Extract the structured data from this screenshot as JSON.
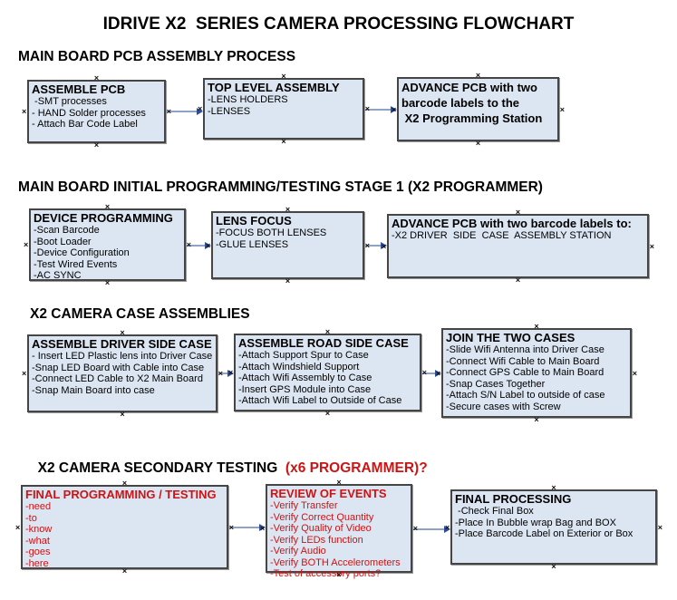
{
  "title": "IDRIVE X2  SERIES CAMERA PROCESSING FLOWCHART",
  "icons": {
    "connection_mark": "×"
  },
  "colors": {
    "box_fill": "#dce6f2",
    "box_border": "#454545",
    "red_text": "#cc1414",
    "arrow_line": "#8fa3c6",
    "arrow_head": "#2d4d9e"
  },
  "sections": [
    {
      "heading": "MAIN BOARD PCB ASSEMBLY PROCESS",
      "boxes": [
        {
          "title": "ASSEMBLE PCB",
          "items": [
            " -SMT processes",
            "- HAND Solder processes",
            "- Attach Bar Code Label"
          ]
        },
        {
          "title": "TOP LEVEL ASSEMBLY",
          "items": [
            "-LENS HOLDERS",
            "-LENSES"
          ]
        },
        {
          "title_lines": [
            "ADVANCE PCB with two",
            "barcode labels to the",
            " X2 Programming Station"
          ]
        }
      ]
    },
    {
      "heading": "MAIN BOARD INITIAL PROGRAMMING/TESTING STAGE 1 (X2 PROGRAMMER)",
      "boxes": [
        {
          "title": "DEVICE PROGRAMMING",
          "items": [
            "-Scan Barcode",
            "-Boot Loader",
            "-Device Configuration",
            "-Test Wired Events",
            "-AC SYNC"
          ]
        },
        {
          "title": "LENS FOCUS",
          "items": [
            "-FOCUS BOTH LENSES",
            "-GLUE LENSES"
          ]
        },
        {
          "title": "ADVANCE PCB with two barcode labels to:",
          "items": [
            "-X2 DRIVER  SIDE  CASE  ASSEMBLY STATION"
          ]
        }
      ]
    },
    {
      "heading": "X2 CAMERA CASE ASSEMBLIES",
      "boxes": [
        {
          "title": "ASSEMBLE DRIVER SIDE CASE",
          "items": [
            "- Insert LED Plastic lens into Driver Case",
            "-Snap LED Board with Cable into Case",
            "-Connect LED Cable to X2 Main Board",
            "-Snap Main Board into case"
          ]
        },
        {
          "title": "ASSEMBLE ROAD SIDE CASE",
          "items": [
            "-Attach Support Spur to Case",
            "-Attach Windshield Support",
            "-Attach Wifi Assembly to Case",
            "-Insert GPS Module into Case",
            "-Attach Wifi Label to Outside of Case"
          ]
        },
        {
          "title": "JOIN THE TWO CASES",
          "items": [
            "-Slide Wifi Antenna into Driver Case",
            "-Connect Wifi Cable to Main Board",
            "-Connect GPS Cable to Main Board",
            "-Snap Cases Together",
            "-Attach S/N Label to outside of case",
            "-Secure cases with Screw"
          ]
        }
      ]
    },
    {
      "heading": "X2 CAMERA SECONDARY TESTING ",
      "heading_red": " (x6 PROGRAMMER)?",
      "boxes": [
        {
          "title": "FINAL PROGRAMMING / TESTING",
          "items": [
            "-need",
            "-to",
            "-know",
            "-what",
            "-goes",
            "-here"
          ]
        },
        {
          "title": "REVIEW OF EVENTS",
          "items": [
            "-Verify Transfer",
            "-Verify Correct Quantity",
            "-Verify Quality of Video",
            "-Verify LEDs function",
            "-Verify Audio",
            "-Verify BOTH Accelerometers",
            "-Test of accessory ports?"
          ]
        },
        {
          "title": "FINAL PROCESSING",
          "items": [
            " -Check Final Box",
            "-Place In Bubble wrap Bag and BOX",
            "-Place Barcode Label on Exterior or Box"
          ]
        }
      ]
    }
  ]
}
